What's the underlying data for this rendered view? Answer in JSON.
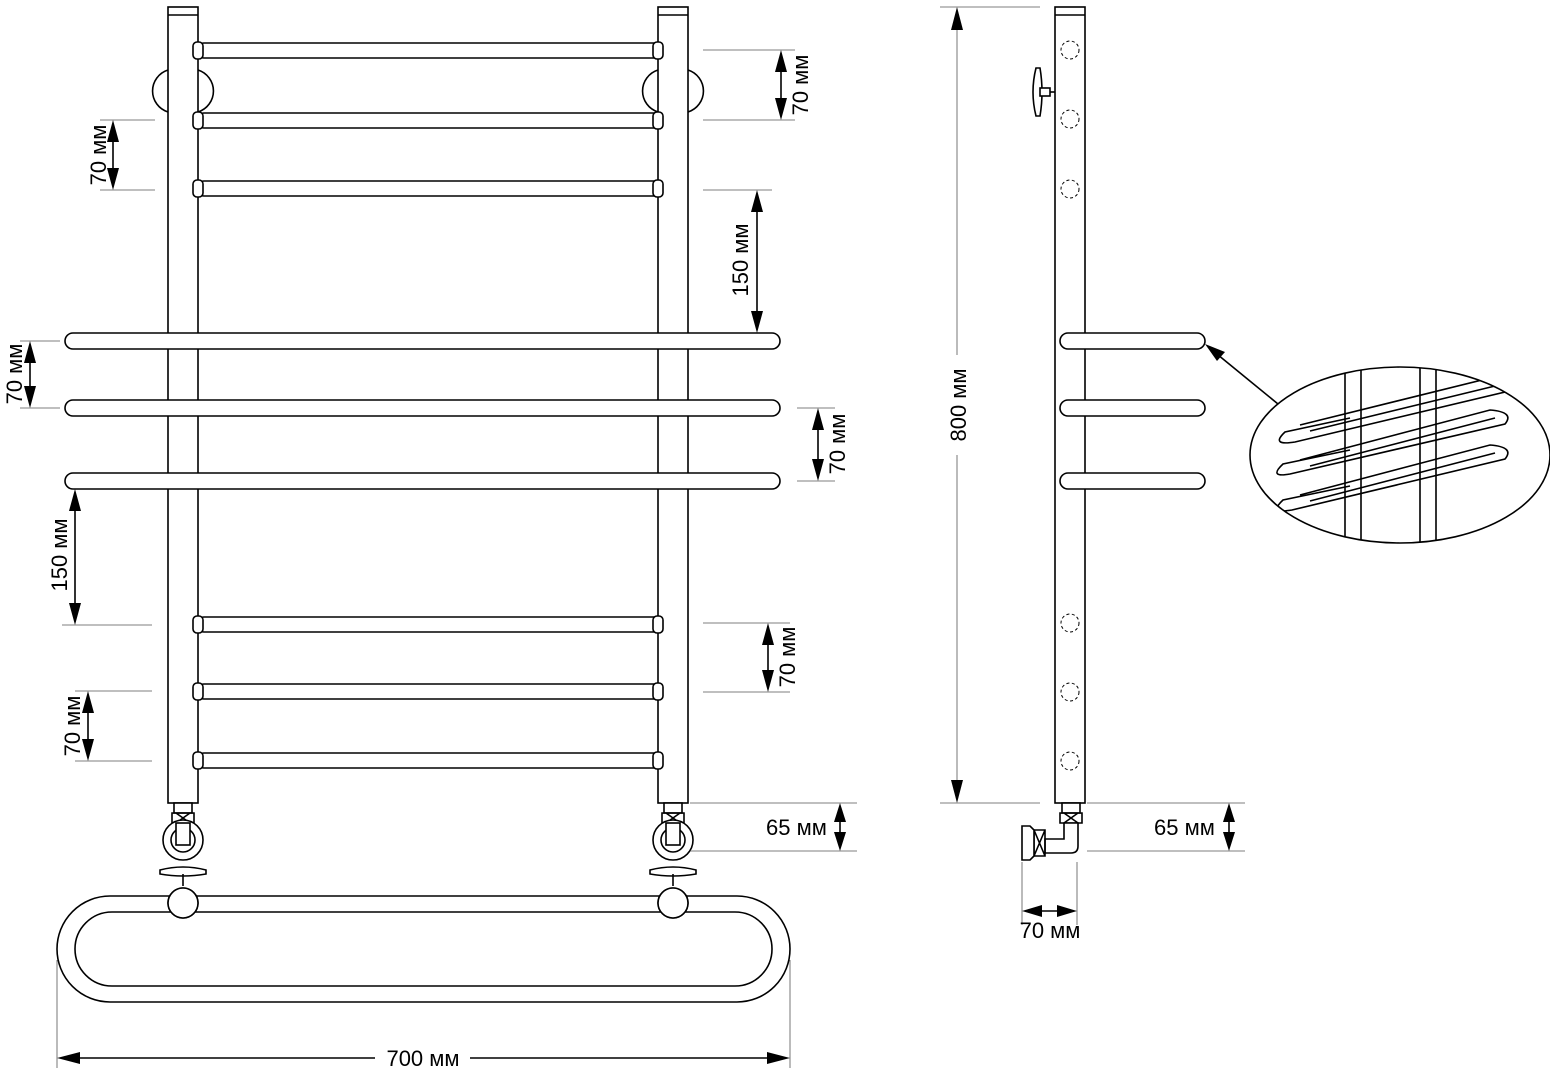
{
  "dimensions": {
    "front_top_spacing_right": "70 мм",
    "front_top_spacing_left": "70 мм",
    "front_gap_upper": "150 мм",
    "front_shelf_spacing_left": "70 мм",
    "front_shelf_spacing_right": "70 мм",
    "front_gap_lower": "150 мм",
    "front_bottom_spacing_right": "70 мм",
    "front_bottom_spacing_left": "70 мм",
    "front_connection_height": "65 мм",
    "overall_width": "700 мм",
    "side_overall_height": "800 мм",
    "side_connection_height": "65 мм",
    "side_wall_offset": "70 мм"
  },
  "views": [
    "front-view",
    "side-view",
    "detail-callout"
  ],
  "colors": {
    "line": "#000000",
    "background": "#ffffff",
    "extension": "#555555"
  }
}
